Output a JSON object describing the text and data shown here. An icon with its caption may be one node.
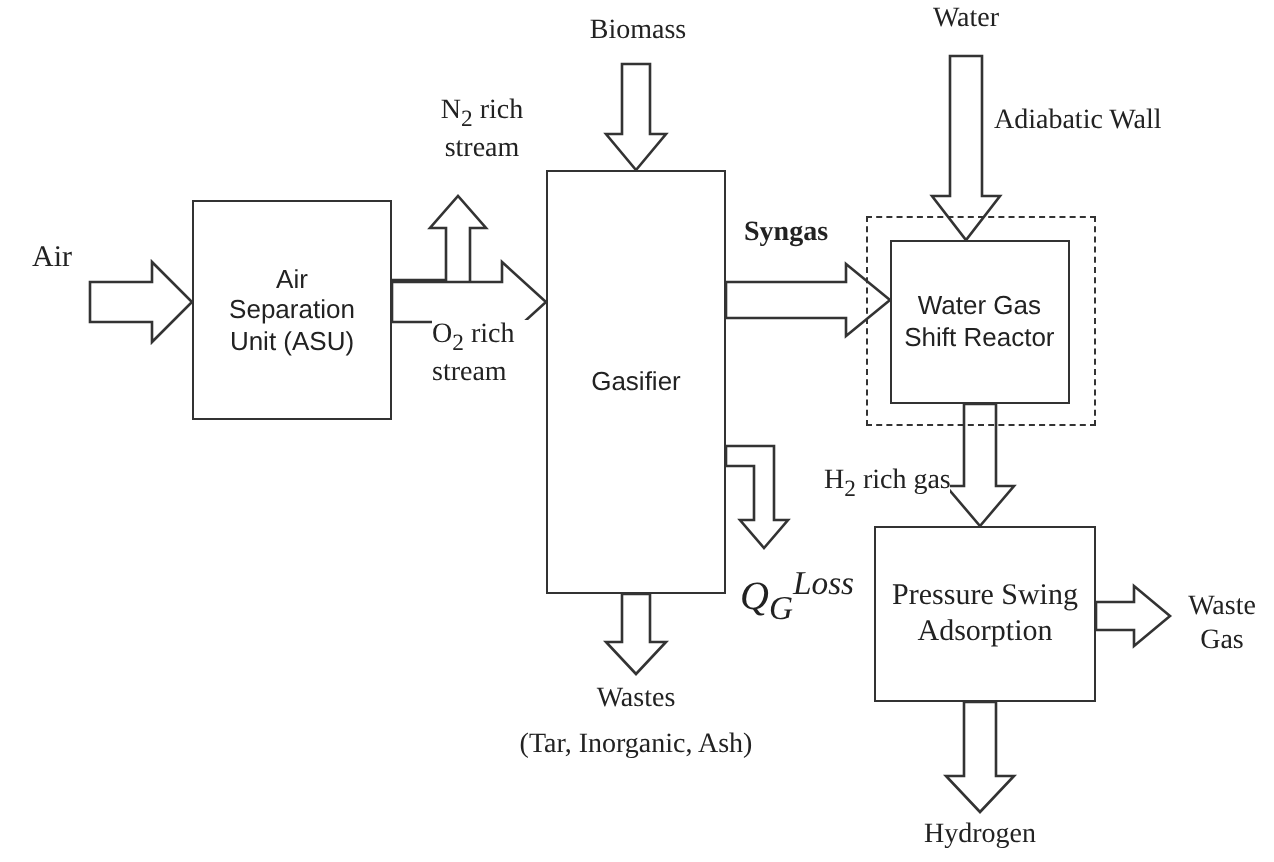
{
  "diagram": {
    "nodes": [
      {
        "text": [
          "Air"
        ]
      },
      {
        "text": [
          "Air Separation Unit (ASU)"
        ]
      },
      {
        "text": [
          "N$_{2}$ rich stream"
        ]
      },
      {
        "text": [
          "Biomass"
        ]
      },
      {
        "text": [
          "Gasifier"
        ]
      },
      {
        "text": [
          "Wastes",
          "(Tar, Inorganic, Ash)"
        ]
      },
      {
        "text": [
          "Q$_{G}$$^{Loss}$"
        ]
      },
      {
        "text": [
          "Water"
        ]
      },
      {
        "text": [
          "Adiabatic Wall"
        ]
      },
      {
        "text": [
          "Water Gas Shift Reactor"
        ],
        "in": 8
      },
      {
        "text": [
          "Pressure Swing Adsorption"
        ]
      },
      {
        "text": [
          "Waste Gas"
        ]
      },
      {
        "text": [
          "Hydrogen"
        ]
      }
    ],
    "edges": [
      {
        "from": 0,
        "to": 1,
        "arrow": "to"
      },
      {
        "from": 1,
        "to": 4,
        "arrow": "to",
        "label": "O$_{2}$ rich stream"
      },
      {
        "from": 1,
        "to": 2,
        "arrow": "to"
      },
      {
        "from": 3,
        "to": 4,
        "arrow": "to"
      },
      {
        "from": 4,
        "to": 9,
        "arrow": "to",
        "label": "Syngas"
      },
      {
        "from": 7,
        "to": 9,
        "arrow": "to"
      },
      {
        "from": 4,
        "to": 5,
        "arrow": "to"
      },
      {
        "from": 4,
        "to": 6,
        "arrow": "to"
      },
      {
        "from": 9,
        "to": 10,
        "arrow": "to",
        "label": "H$_{2}$ rich gas"
      },
      {
        "from": 10,
        "to": 11,
        "arrow": "to"
      },
      {
        "from": 10,
        "to": 12,
        "arrow": "to"
      }
    ]
  }
}
